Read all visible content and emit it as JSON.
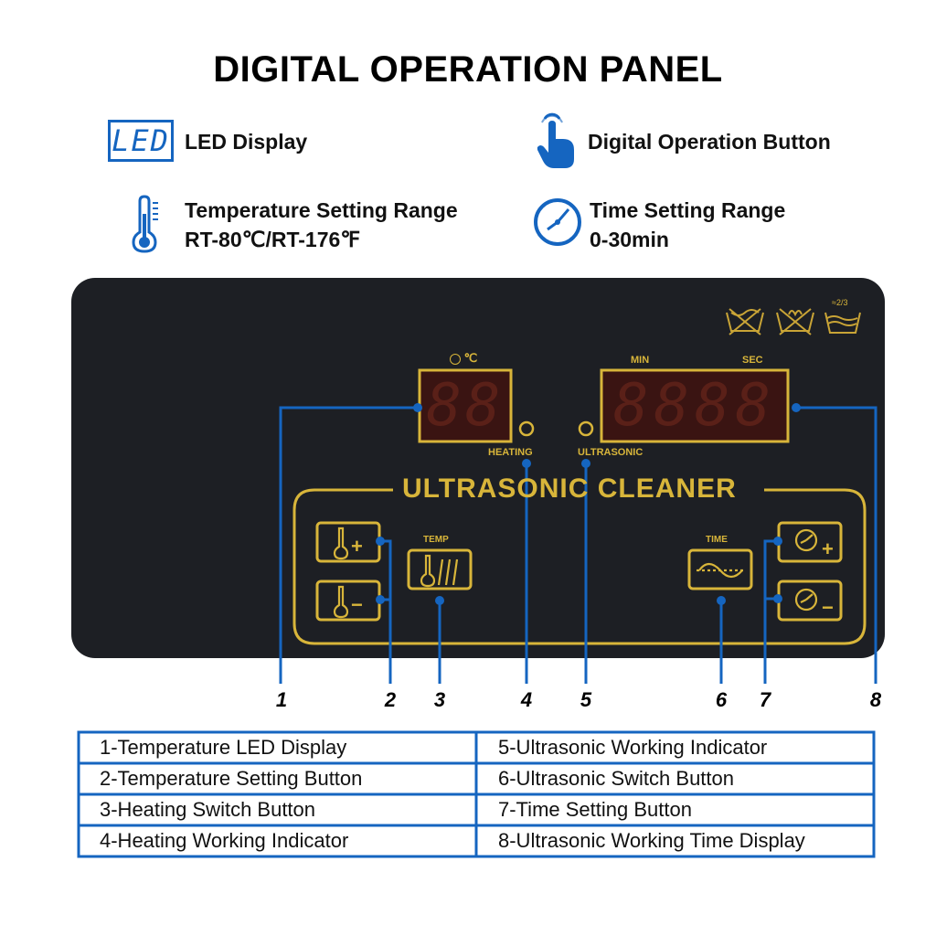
{
  "title": "DIGITAL OPERATION PANEL",
  "features": {
    "led_icon_text": "LED",
    "led_display": "LED Display",
    "operation_button": "Digital Operation Button",
    "temp_range_title": "Temperature Setting Range",
    "temp_range_value": "RT-80℃/RT-176℉",
    "time_range_title": "Time Setting Range",
    "time_range_value": "0-30min"
  },
  "panel": {
    "temp_unit_label": "℃",
    "min_label": "MIN",
    "sec_label": "SEC",
    "heating_label": "HEATING",
    "ultrasonic_label": "ULTRASONIC",
    "brand_title": "ULTRASONIC CLEANER",
    "temp_button_label": "TEMP",
    "time_button_label": "TIME",
    "level_label": "≈2/3",
    "temp_plus": "+",
    "temp_minus": "−",
    "time_plus": "+",
    "time_minus": "−",
    "temp_digits": "88",
    "time_digits": "8888"
  },
  "callouts": [
    "1",
    "2",
    "3",
    "4",
    "5",
    "6",
    "7",
    "8"
  ],
  "legend": {
    "left": [
      "1-Temperature LED Display",
      "2-Temperature Setting Button",
      "3-Heating Switch Button",
      "4-Heating Working Indicator"
    ],
    "right": [
      "5-Ultrasonic Working Indicator",
      "6-Ultrasonic Switch Button",
      "7-Time Setting Button",
      "8-Ultrasonic Working Time Display"
    ]
  },
  "colors": {
    "accent_blue": "#1565c0",
    "panel_bg": "#1d1f24",
    "gold": "#d8b53a",
    "led_red": "#3a1412"
  }
}
